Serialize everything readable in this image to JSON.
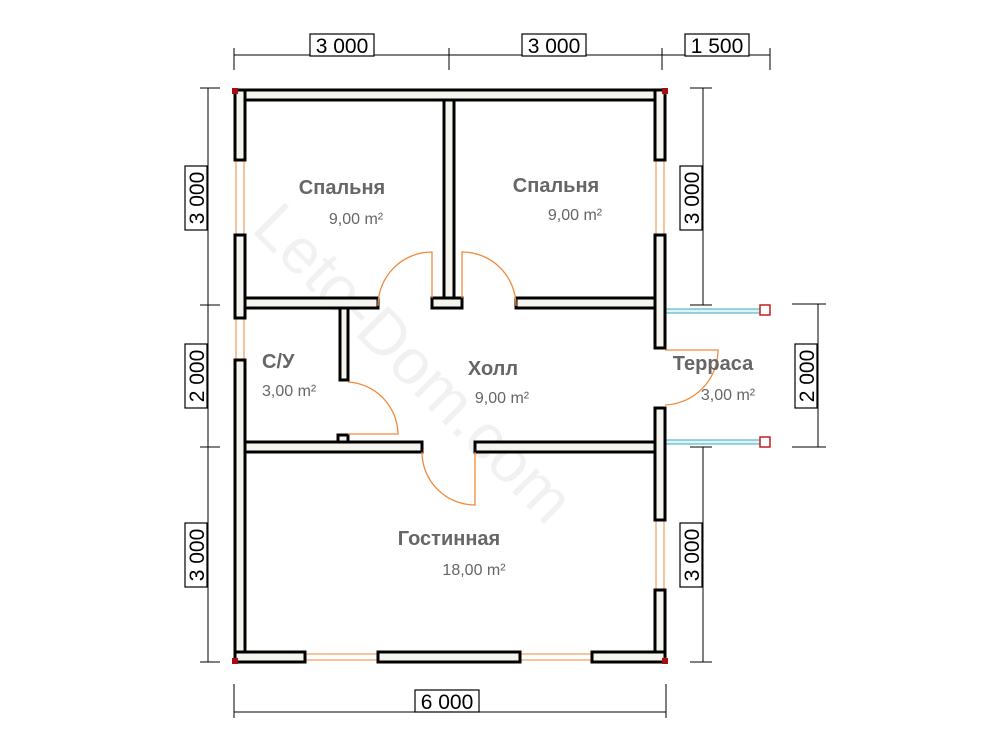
{
  "plan": {
    "dimensions": {
      "top": [
        "3 000",
        "3 000",
        "1 500"
      ],
      "left": [
        "3 000",
        "2 000",
        "3 000"
      ],
      "right": [
        "3 000",
        "3 000"
      ],
      "terrace": "2 000",
      "bottom": "6 000"
    },
    "rooms": [
      {
        "name": "Спальня",
        "area": "9,00 m²"
      },
      {
        "name": "Спальня",
        "area": "9,00 m²"
      },
      {
        "name": "С/У",
        "area": "3,00 m²"
      },
      {
        "name": "Холл",
        "area": "9,00 m²"
      },
      {
        "name": "Терраса",
        "area": "3,00 m²"
      },
      {
        "name": "Гостинная",
        "area": "18,00 m²"
      }
    ],
    "watermark": "Leto-Dom.com"
  }
}
